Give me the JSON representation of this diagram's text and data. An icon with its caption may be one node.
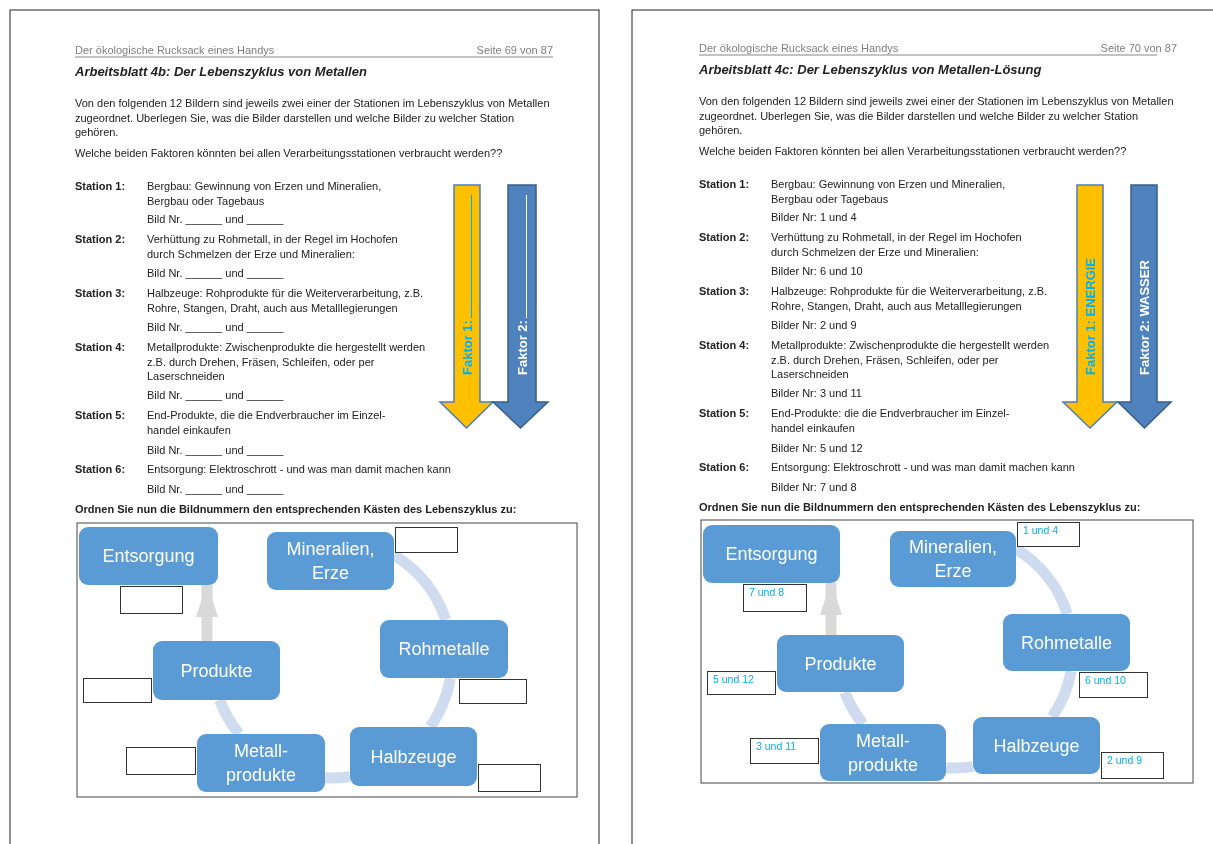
{
  "diagram": {
    "nodes": [
      {
        "text": [
          "Faktor 1:"
        ]
      },
      {
        "text": [
          "Faktor 2:"
        ]
      },
      {
        "text": [
          "Entsorgung"
        ]
      },
      {
        "text": [
          "Mineralien, Erze"
        ]
      },
      {
        "text": [
          "Rohmetalle"
        ]
      },
      {
        "text": [
          "Produkte"
        ]
      },
      {
        "text": [
          "Metall- produkte"
        ]
      },
      {
        "text": [
          "Halbzeuge"
        ]
      },
      {
        "text": [],
        "shape": "box"
      },
      {
        "text": [],
        "shape": "box"
      },
      {
        "text": [],
        "shape": "box"
      },
      {
        "text": [],
        "shape": "box"
      },
      {
        "text": [],
        "shape": "box"
      },
      {
        "text": [],
        "shape": "box"
      },
      {
        "text": [
          "Faktor 1: ENERGIE"
        ]
      },
      {
        "text": [
          "Faktor 2: WASSER"
        ]
      },
      {
        "text": [
          "Entsorgung"
        ]
      },
      {
        "text": [
          "Mineralien, Erze"
        ]
      },
      {
        "text": [
          "Rohmetalle"
        ]
      },
      {
        "text": [
          "Produkte"
        ]
      },
      {
        "text": [
          "Metall- produkte"
        ]
      },
      {
        "text": [
          "Halbzeuge"
        ]
      },
      {
        "text": [
          "7 und 8"
        ]
      },
      {
        "text": [
          "1 und 4"
        ]
      },
      {
        "text": [
          "6 und 10"
        ]
      },
      {
        "text": [
          "5 und 12"
        ]
      },
      {
        "text": [
          "3 und 11"
        ]
      },
      {
        "text": [
          "2 und 9"
        ]
      }
    ],
    "edges": [
      {
        "from": 3,
        "to": 4,
        "arrow": "none"
      },
      {
        "from": 4,
        "to": 7,
        "arrow": "none"
      },
      {
        "from": 7,
        "to": 6,
        "arrow": "none"
      },
      {
        "from": 6,
        "to": 5,
        "arrow": "none"
      },
      {
        "from": 5,
        "to": 2,
        "arrow": "to",
        "color": "#d9d9d9"
      },
      {
        "from": 17,
        "to": 18,
        "arrow": "none"
      },
      {
        "from": 18,
        "to": 21,
        "arrow": "none"
      },
      {
        "from": 21,
        "to": 20,
        "arrow": "none"
      },
      {
        "from": 20,
        "to": 19,
        "arrow": "none"
      },
      {
        "from": 19,
        "to": 16,
        "arrow": "to",
        "color": "#d9d9d9"
      }
    ],
    "labels": [
      "Der ökologische Rucksack eines Handys",
      "Seite 69 von 87",
      "Arbeitsblatt 4b: Der Lebenszyklus von Metallen",
      "Von den folgenden 12 Bildern sind jeweils zwei einer der Stationen im Lebenszyklus von Metallen zugeordnet. Uberlegen Sie, was die Bilder darstellen und welche Bilder zu welcher Station gehören.",
      "Welche beiden Faktoren könnten bei allen Verarbeitungsstationen verbraucht werden??",
      "Station 1:",
      "Bergbau: Gewinnung von Erzen und Mineralien, Bergbau oder Tagebaus",
      "Bild Nr. ______ und ______",
      "Station 2:",
      "Verhüttung zu Rohmetall, in der Regel im Hochofen durch Schmelzen der Erze und Mineralien:",
      "Bild Nr. ______ und ______",
      "Station 3:",
      "Halbzeuge: Rohprodukte für die Weiterverarbeitung, z.B. Rohre, Stangen, Draht, auch aus Metalllegierungen",
      "Bild Nr. ______ und ______",
      "Station 4:",
      "Metallprodukte: Zwischenprodukte die hergestellt werden z.B. durch Drehen, Fräsen, Schleifen, oder per Laserschneiden",
      "Bild Nr. ______ und ______",
      "Station 5:",
      "End-Produkte, die die Endverbraucher im Einzel- handel einkaufen",
      "Bild Nr. ______ und ______",
      "Station 6:",
      "Entsorgung: Elektroschrott - und was man damit machen kann",
      "Bild Nr. ______ und ______",
      "Ordnen Sie nun die Bildnummern den entsprechenden Kästen des Lebenszyklus zu:",
      "Der ökologische Rucksack eines Handys",
      "Seite 70 von 87",
      "Arbeitsblatt 4c: Der Lebenszyklus von Metallen-Lösung",
      "Von den folgenden 12 Bildern sind jeweils zwei einer der Stationen im Lebenszyklus von Metallen zugeordnet. Uberlegen Sie, was die Bilder darstellen und welche Bilder zu welcher Station gehören.",
      "Welche beiden Faktoren könnten bei allen Verarbeitungsstationen verbraucht werden??",
      "Station 1:",
      "Bergbau: Gewinnung von Erzen und Mineralien, Bergbau oder Tagebaus",
      "Bilder Nr: 1 und 4",
      "Station 2:",
      "Verhüttung zu Rohmetall, in der Regel im Hochofen durch Schmelzen der Erze und Mineralien:",
      "Bilder Nr: 6 und 10",
      "Station 3:",
      "Halbzeuge: Rohprodukte für die Weiterverarbeitung, z.B. Rohre, Stangen, Draht, auch aus Metalllegierungen",
      "Bilder Nr: 2 und 9",
      "Station 4:",
      "Metallprodukte: Zwischenprodukte die hergestellt werden z.B. durch Drehen, Fräsen, Schleifen, oder per Laserschneiden",
      "Bilder Nr: 3 und 11",
      "Station 5:",
      "End-Produkte: die die Endverbraucher im Einzel- handel einkaufen",
      "Bilder Nr: 5 und 12",
      "Station 6:",
      "Entsorgung: Elektroschrott - und was man damit machen kann",
      "Bilder Nr: 7 und 8",
      "Ordnen Sie nun die Bildnummern den entsprechenden Kästen des Lebenszyklus zu:"
    ]
  }
}
